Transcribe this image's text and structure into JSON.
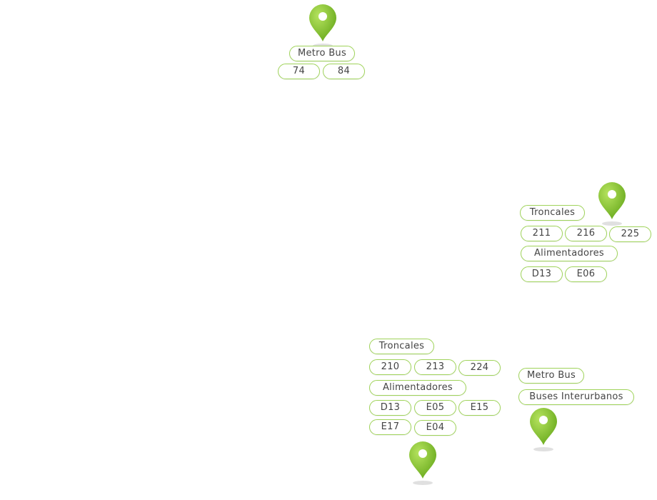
{
  "colors": {
    "pin_fill": "#86c232",
    "pin_highlight": "#a8dc4b",
    "chip_border": "#9fd35a",
    "chip_text": "#444444"
  },
  "stops": [
    {
      "id": "stop-top",
      "sections": [
        {
          "header": "Metro Bus",
          "routes": [
            "74",
            "84"
          ]
        }
      ]
    },
    {
      "id": "stop-right",
      "sections": [
        {
          "header": "Troncales",
          "routes": [
            "211",
            "216",
            "225"
          ]
        },
        {
          "header": "Alimentadores",
          "routes": [
            "D13",
            "E06"
          ]
        }
      ]
    },
    {
      "id": "stop-bottom-center",
      "sections": [
        {
          "header": "Troncales",
          "routes": [
            "210",
            "213",
            "224"
          ]
        },
        {
          "header": "Alimentadores",
          "routes": [
            "D13",
            "E05",
            "E15",
            "E17",
            "E04"
          ]
        }
      ]
    },
    {
      "id": "stop-bottom-right",
      "sections": [
        {
          "header": "Metro Bus",
          "routes": []
        },
        {
          "header": "Buses Interurbanos",
          "routes": []
        }
      ]
    }
  ]
}
